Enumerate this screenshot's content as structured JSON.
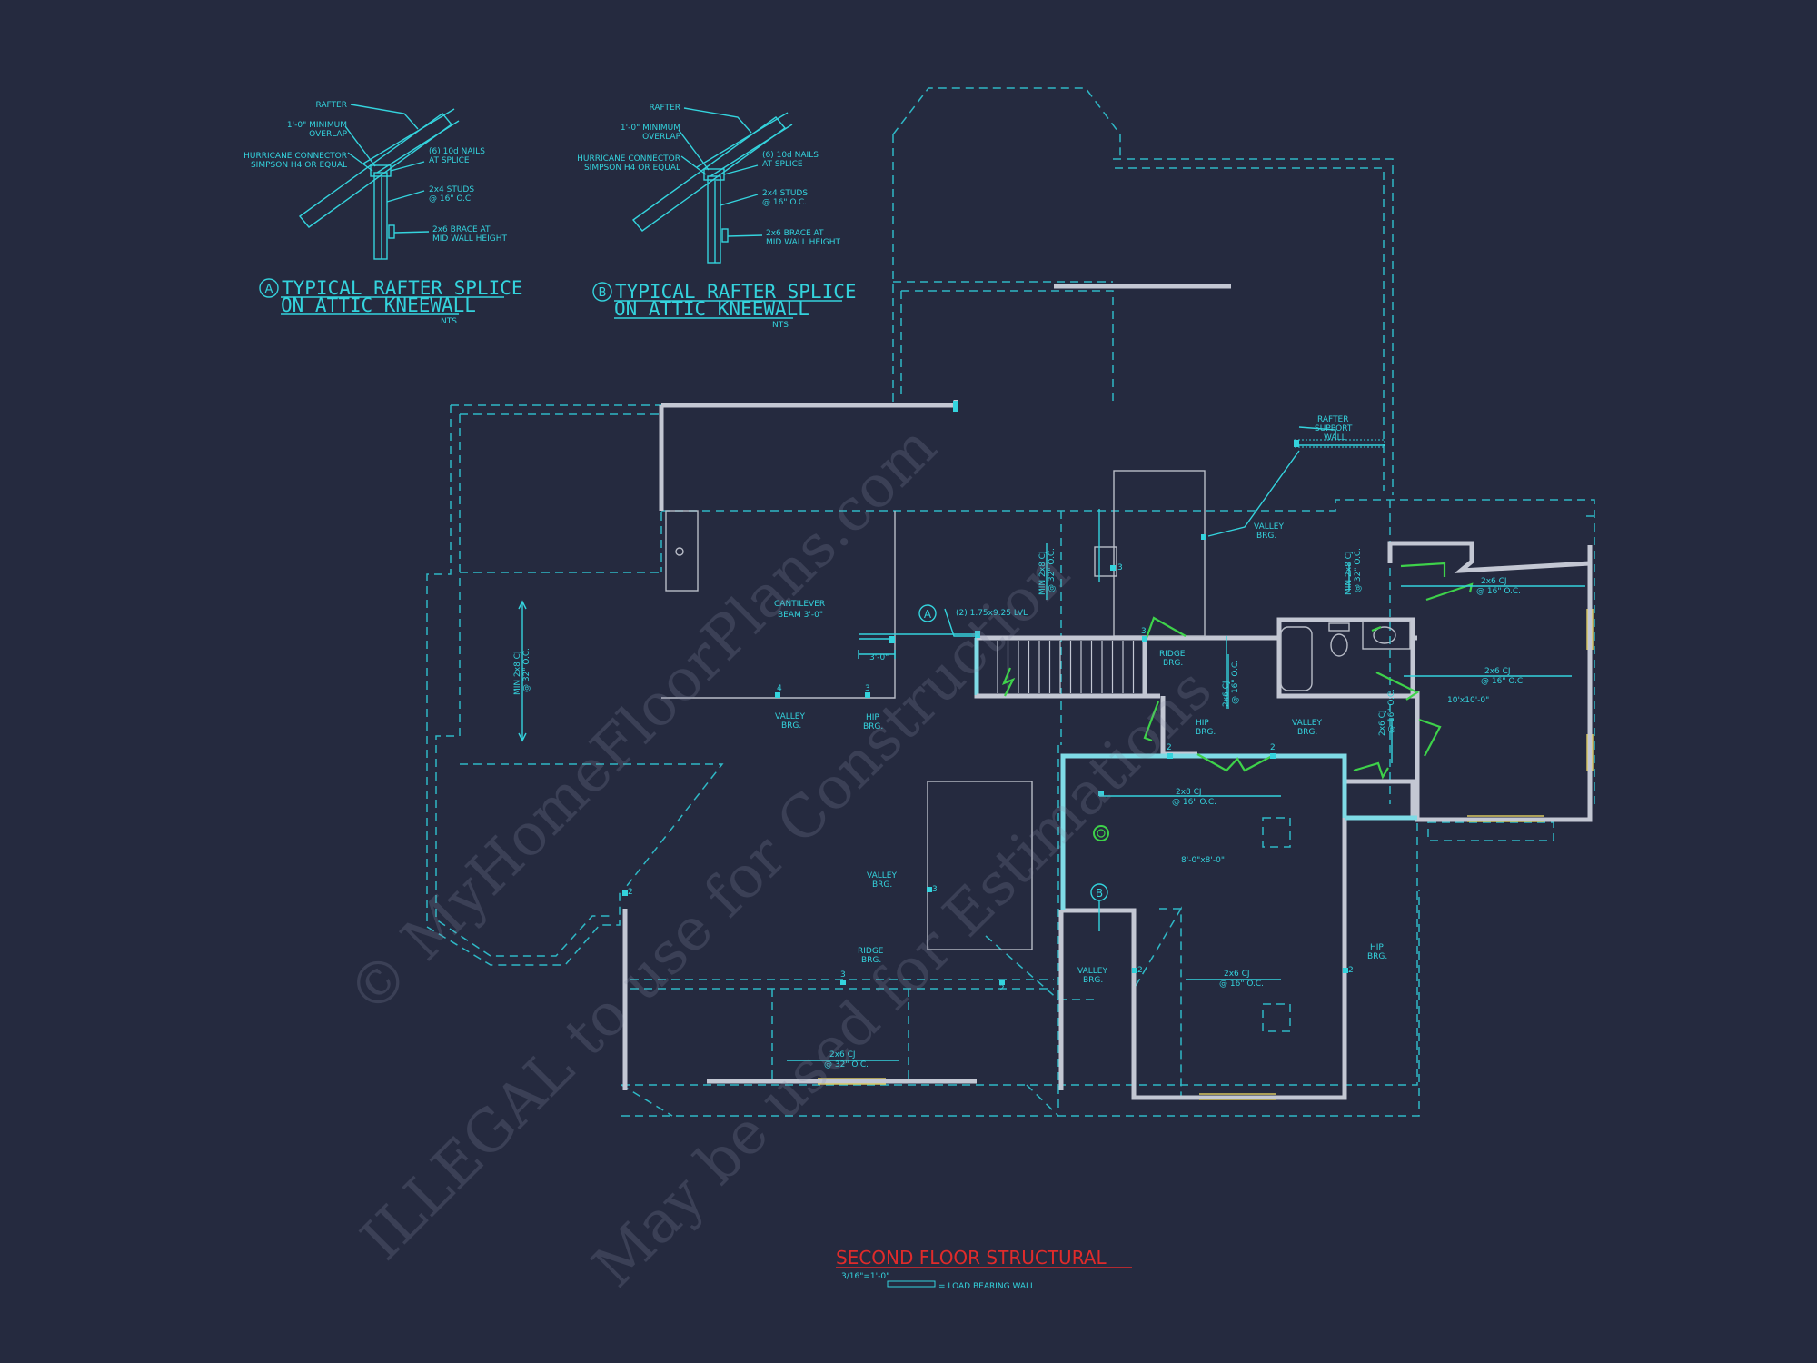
{
  "details": [
    {
      "tag": "A",
      "title_line1": "TYPICAL RAFTER SPLICE",
      "title_line2": "ON ATTIC KNEEWALL",
      "scale": "NTS",
      "notes": {
        "rafter": "RAFTER",
        "overlap_1": "1'-0\" MINIMUM",
        "overlap_2": "OVERLAP",
        "hurricane_1": "HURRICANE CONNECTOR",
        "hurricane_2": "SIMPSON H4 OR EQUAL",
        "nails_1": "(6) 10d NAILS",
        "nails_2": "AT SPLICE",
        "studs_1": "2x4 STUDS",
        "studs_2": "@ 16\" O.C.",
        "brace_1": "2x6 BRACE AT",
        "brace_2": "MID WALL HEIGHT"
      }
    },
    {
      "tag": "B",
      "title_line1": "TYPICAL RAFTER SPLICE",
      "title_line2": "ON ATTIC KNEEWALL",
      "scale": "NTS",
      "notes": {
        "rafter": "RAFTER",
        "overlap_1": "1'-0\" MINIMUM",
        "overlap_2": "OVERLAP",
        "hurricane_1": "HURRICANE CONNECTOR",
        "hurricane_2": "SIMPSON H4 OR EQUAL",
        "nails_1": "(6) 10d NAILS",
        "nails_2": "AT SPLICE",
        "studs_1": "2x4 STUDS",
        "studs_2": "@ 16\" O.C.",
        "brace_1": "2x6 BRACE AT",
        "brace_2": "MID WALL HEIGHT"
      }
    }
  ],
  "plan": {
    "cantilever_1": "CANTILEVER",
    "cantilever_2": "BEAM 3'-0\"",
    "lvl": "(2) 1.75x9.25 LVL",
    "dim_3ft": "3'-0\"",
    "rafter_support_1": "RAFTER",
    "rafter_support_2": "SUPPORT",
    "rafter_support_3": "WALL",
    "section_a": "A",
    "section_b": "B",
    "brg": {
      "valley": "VALLEY",
      "ridge": "RIDGE",
      "hip": "HIP",
      "suffix": "BRG."
    },
    "bearing_numbers": [
      "3",
      "4",
      "3",
      "3",
      "3",
      "2",
      "2",
      "2",
      "2",
      "3",
      "2",
      "2"
    ],
    "joists": {
      "min_2x8": "MIN 2x8 CJ",
      "at_32": "@ 32\" O.C.",
      "cj_2x6": "2x6 CJ",
      "cj_2x8": "2x8 CJ",
      "at_16": "@ 16\" O.C."
    },
    "ceiling_heights": [
      "8'-0\"x8'-0\"",
      "10'x10'-0\""
    ]
  },
  "footer": {
    "title": "SECOND FLOOR STRUCTURAL",
    "scale": "3/16\"=1'-0\"",
    "legend": "= LOAD BEARING WALL"
  },
  "watermark": {
    "line1": "© MyHomeFloorPlans.com",
    "line2": "ILLEGAL to use for Construction",
    "line3": "May be used for Estimations"
  },
  "colors": {
    "background": "#252a3f",
    "linework": "#34d3dd",
    "walls": "#c3c7d3",
    "title": "#e02b2b",
    "green": "#3ed24a"
  }
}
